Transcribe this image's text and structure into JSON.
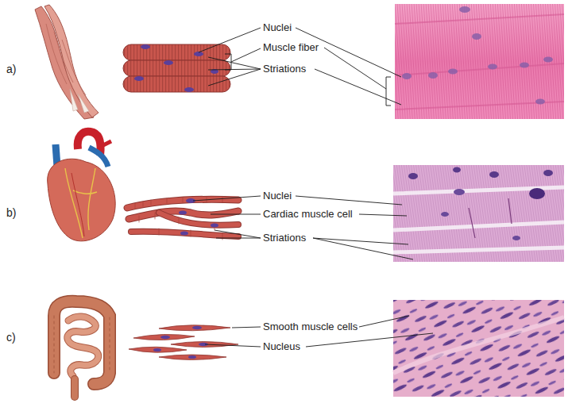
{
  "diagram": {
    "labels": [
      "a)",
      "Nuclei",
      "Muscle fiber",
      "Striations",
      "b)",
      "Nuclei",
      "Cardiac muscle cell",
      "Striations",
      "c)",
      "Smooth muscle cells",
      "Nucleus"
    ]
  }
}
